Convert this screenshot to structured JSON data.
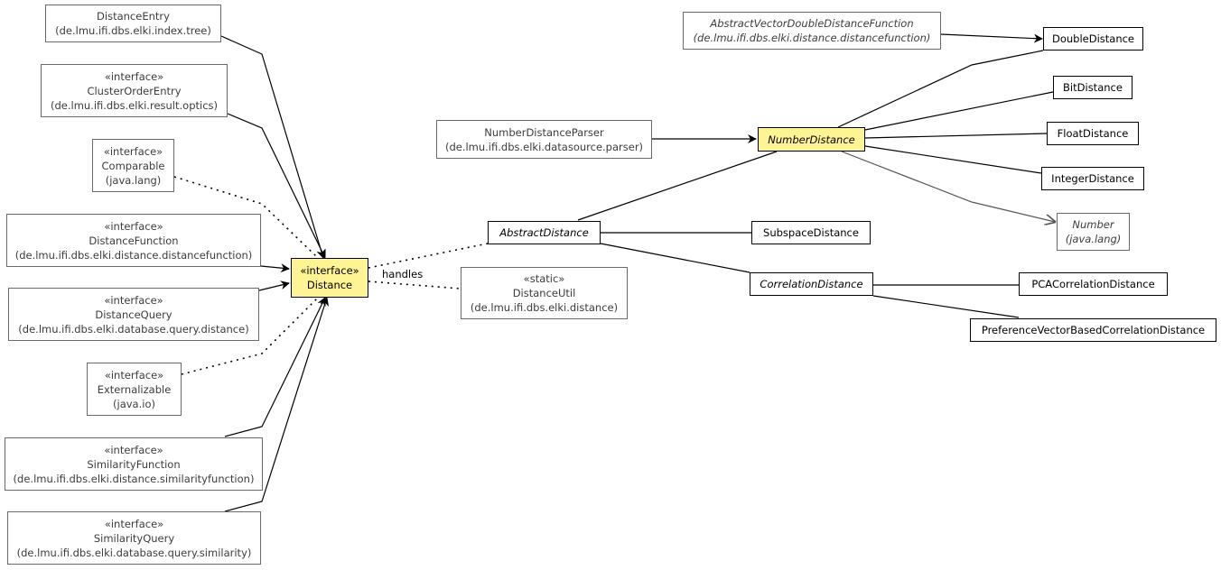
{
  "diagram": {
    "nodes": {
      "distance_entry": {
        "name": "DistanceEntry",
        "pkg": "(de.lmu.ifi.dbs.elki.index.tree)"
      },
      "cluster_order_entry": {
        "stereotype": "«interface»",
        "name": "ClusterOrderEntry",
        "pkg": "(de.lmu.ifi.dbs.elki.result.optics)"
      },
      "comparable": {
        "stereotype": "«interface»",
        "name": "Comparable",
        "pkg": "(java.lang)"
      },
      "distance_function": {
        "stereotype": "«interface»",
        "name": "DistanceFunction",
        "pkg": "(de.lmu.ifi.dbs.elki.distance.distancefunction)"
      },
      "distance_query": {
        "stereotype": "«interface»",
        "name": "DistanceQuery",
        "pkg": "(de.lmu.ifi.dbs.elki.database.query.distance)"
      },
      "externalizable": {
        "stereotype": "«interface»",
        "name": "Externalizable",
        "pkg": "(java.io)"
      },
      "similarity_function": {
        "stereotype": "«interface»",
        "name": "SimilarityFunction",
        "pkg": "(de.lmu.ifi.dbs.elki.distance.similarityfunction)"
      },
      "similarity_query": {
        "stereotype": "«interface»",
        "name": "SimilarityQuery",
        "pkg": "(de.lmu.ifi.dbs.elki.database.query.similarity)"
      },
      "distance": {
        "stereotype": "«interface»",
        "name": "Distance"
      },
      "distance_util": {
        "stereotype": "«static»",
        "name": "DistanceUtil",
        "pkg": "(de.lmu.ifi.dbs.elki.distance)"
      },
      "number_distance_parser": {
        "name": "NumberDistanceParser",
        "pkg": "(de.lmu.ifi.dbs.elki.datasource.parser)"
      },
      "abstract_distance": {
        "name": "AbstractDistance"
      },
      "number_distance": {
        "name": "NumberDistance"
      },
      "abstract_vector_ddf": {
        "name": "AbstractVectorDoubleDistanceFunction",
        "pkg": "(de.lmu.ifi.dbs.elki.distance.distancefunction)"
      },
      "double_distance": {
        "name": "DoubleDistance"
      },
      "bit_distance": {
        "name": "BitDistance"
      },
      "float_distance": {
        "name": "FloatDistance"
      },
      "integer_distance": {
        "name": "IntegerDistance"
      },
      "number": {
        "name": "Number",
        "pkg": "(java.lang)"
      },
      "subspace_distance": {
        "name": "SubspaceDistance"
      },
      "correlation_distance": {
        "name": "CorrelationDistance"
      },
      "pca_correlation_distance": {
        "name": "PCACorrelationDistance"
      },
      "pref_vector_correlation_distance": {
        "name": "PreferenceVectorBasedCorrelationDistance"
      }
    },
    "edge_labels": {
      "handles": "handles"
    }
  }
}
